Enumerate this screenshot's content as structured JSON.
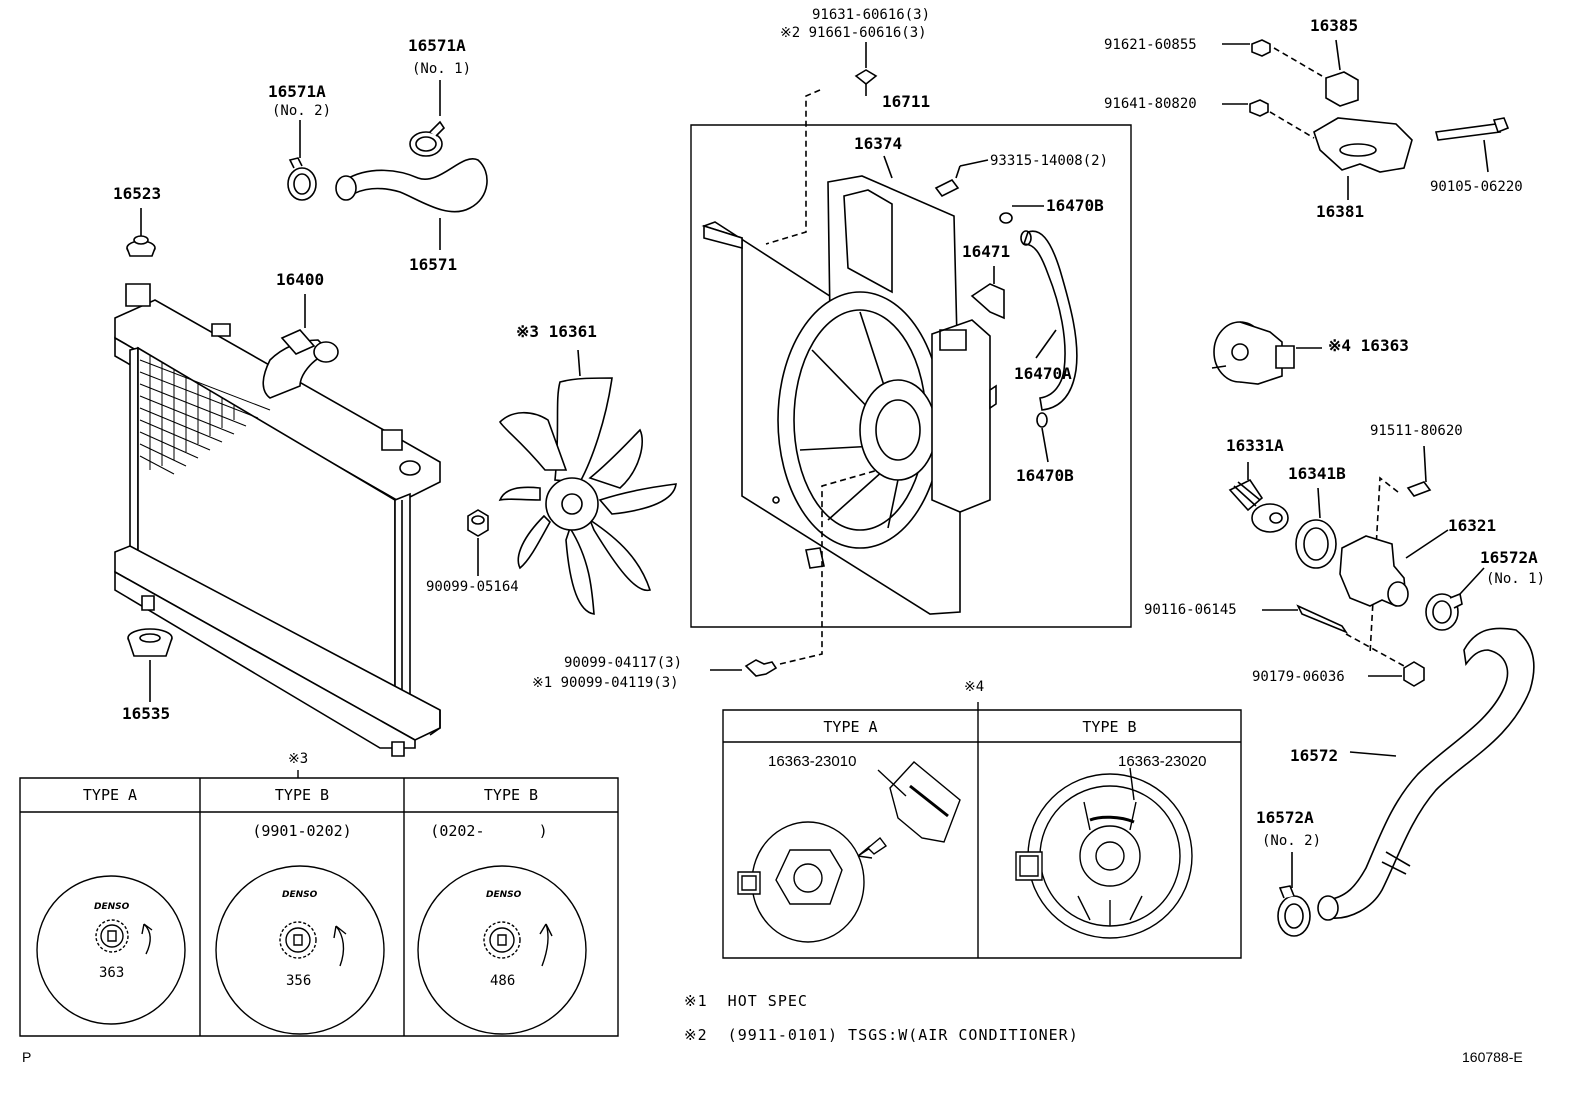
{
  "labels": {
    "p16571A_no1": "16571A",
    "p16571A_no1_sub": "(No. 1)",
    "p16571A_no2": "16571A",
    "p16571A_no2_sub": "(No. 2)",
    "p16571": "16571",
    "p16523": "16523",
    "p16400": "16400",
    "p16535": "16535",
    "p16361": "※3 16361",
    "p90099_05164": "90099-05164",
    "p91631": "91631-60616(3)",
    "p91661": "※2 91661-60616(3)",
    "p16711": "16711",
    "p16374": "16374",
    "p93315": "93315-14008(2)",
    "p16470B_top": "16470B",
    "p16471": "16471",
    "p16470A": "16470A",
    "p16470B_bot": "16470B",
    "p90099_04117": "90099-04117(3)",
    "p90099_04119": "※1 90099-04119(3)",
    "p16385": "16385",
    "p91621": "91621-60855",
    "p91641": "91641-80820",
    "p90105": "90105-06220",
    "p16381": "16381",
    "p16363": "※4 16363",
    "p16331A": "16331A",
    "p16341B": "16341B",
    "p91511": "91511-80620",
    "p16321": "16321",
    "p16572A_no1": "16572A",
    "p16572A_no1_sub": "(No. 1)",
    "p90116": "90116-06145",
    "p90179": "90179-06036",
    "p16572": "16572",
    "p16572A_no2": "16572A",
    "p16572A_no2_sub": "(No. 2)"
  },
  "fan_table": {
    "mark": "※3",
    "columns": [
      {
        "header": "TYPE A",
        "range": "",
        "brand": "DENSO",
        "code": "363"
      },
      {
        "header": "TYPE B",
        "range": "(9901-0202)",
        "brand": "DENSO",
        "code": "356"
      },
      {
        "header": "TYPE B",
        "range": "(0202-      )",
        "brand": "DENSO",
        "code": "486"
      }
    ]
  },
  "motor_table": {
    "mark": "※4",
    "columns": [
      {
        "header": "TYPE A",
        "part": "16363-23010"
      },
      {
        "header": "TYPE B",
        "part": "16363-23020"
      }
    ]
  },
  "notes": [
    {
      "mark": "※1",
      "text": "HOT SPEC"
    },
    {
      "mark": "※2",
      "text": "(9911-0101) TSGS:W(AIR CONDITIONER)"
    }
  ],
  "corner_left": "P",
  "figure_id": "160788-E"
}
